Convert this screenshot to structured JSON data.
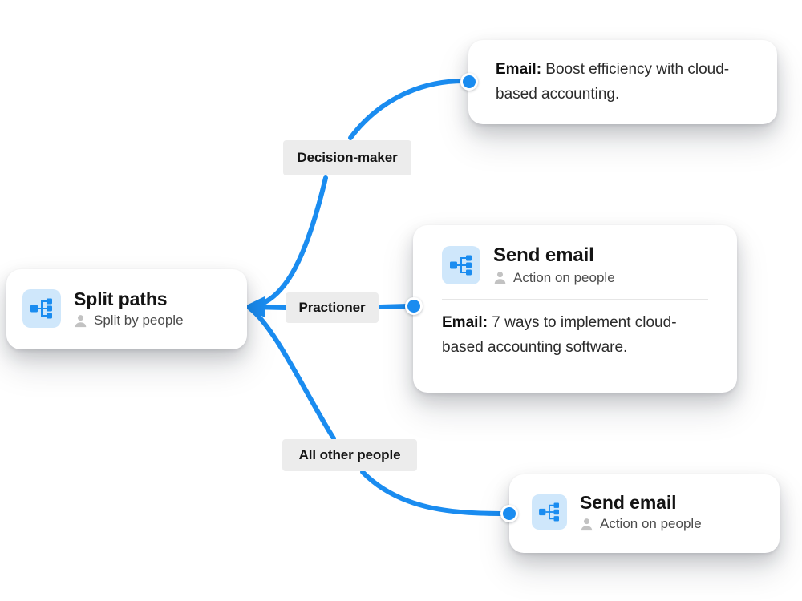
{
  "colors": {
    "connector": "#1a8cf0",
    "dot": "#1a8cf0",
    "tile_bg": "#cfe7fb",
    "tile_fg": "#1a8cf0",
    "chip_bg": "#ececec",
    "card_bg": "#ffffff",
    "title_text": "#141414",
    "sub_text": "#4c4c4c",
    "divider": "#e6e6e6"
  },
  "nodes": {
    "split": {
      "title": "Split paths",
      "subtitle": "Split by people",
      "icon": "split-paths-icon",
      "person_icon": "person-icon"
    },
    "email_top": {
      "label": "Email:",
      "text": " Boost efficiency with cloud-based accounting."
    },
    "send_mid": {
      "title": "Send email",
      "subtitle": "Action on people",
      "icon": "send-email-icon",
      "person_icon": "person-icon",
      "label": "Email:",
      "text": " 7 ways to implement cloud-based accounting software."
    },
    "send_bot": {
      "title": "Send email",
      "subtitle": "Action on people",
      "icon": "send-email-icon",
      "person_icon": "person-icon"
    }
  },
  "branches": [
    {
      "id": "decision-maker",
      "label": "Decision-maker"
    },
    {
      "id": "practioner",
      "label": "Practioner"
    },
    {
      "id": "all-other-people",
      "label": "All other people"
    }
  ]
}
